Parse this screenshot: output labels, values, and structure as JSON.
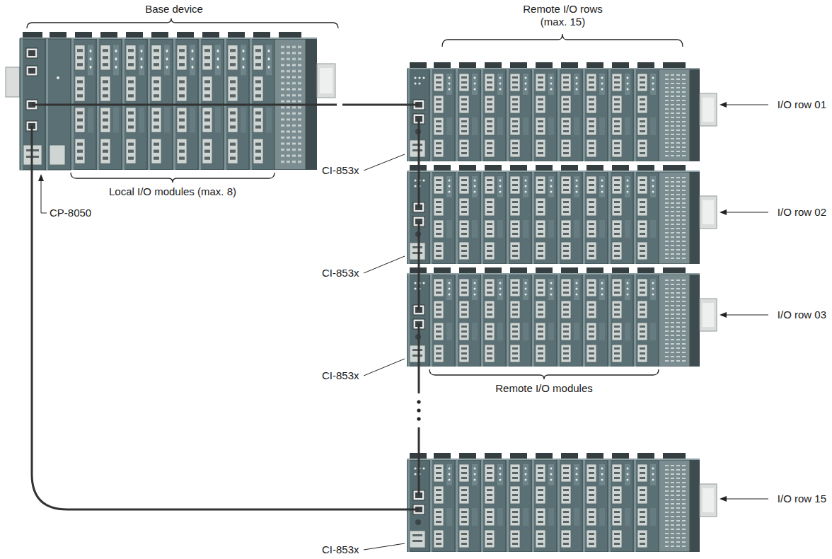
{
  "diagram": {
    "nodes": [
      {
        "text": [
          "Base device"
        ]
      },
      {
        "text": [
          "I/O row 01"
        ]
      },
      {
        "text": [
          "I/O row 02"
        ]
      },
      {
        "text": [
          "I/O row 03"
        ]
      },
      {
        "text": [
          "I/O row 15"
        ]
      }
    ],
    "edges": [
      {
        "from": 0,
        "to": 1,
        "arrow": "none"
      },
      {
        "from": 1,
        "to": 2,
        "arrow": "none"
      },
      {
        "from": 2,
        "to": 3,
        "arrow": "none"
      },
      {
        "from": 3,
        "to": 4,
        "arrow": "none"
      },
      {
        "from": 4,
        "to": 0,
        "arrow": "none"
      }
    ],
    "labels": [
      "Remote I/O rows (max. 15)",
      "Local I/O modules (max. 8)",
      "CP-8050",
      "CI-853x",
      "CI-853x",
      "CI-853x",
      "Remote I/O modules",
      "CI-853x"
    ]
  }
}
